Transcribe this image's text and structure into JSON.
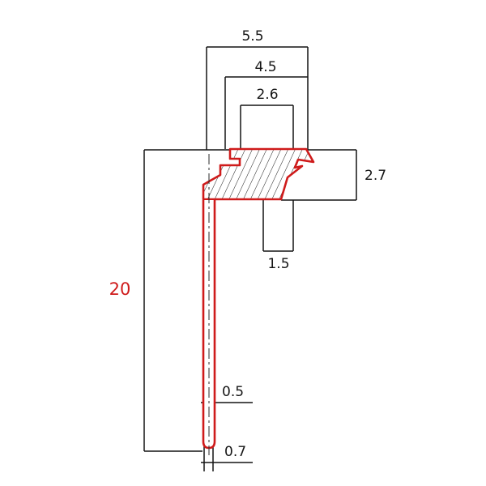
{
  "drawing": {
    "type": "technical-profile-cross-section",
    "dimensions": {
      "top_width": "5.5",
      "mid_width": "4.5",
      "slot_width": "2.6",
      "head_height": "2.7",
      "tab_width": "1.5",
      "stem_length": "20",
      "stem_wall": "0.5",
      "stem_tip": "0.7"
    },
    "colors": {
      "profile_outline": "#cf1b1b",
      "dimension_lines": "#141414",
      "stem_length_label": "#cf1b1b",
      "hatch": "#1c1c1c"
    }
  }
}
